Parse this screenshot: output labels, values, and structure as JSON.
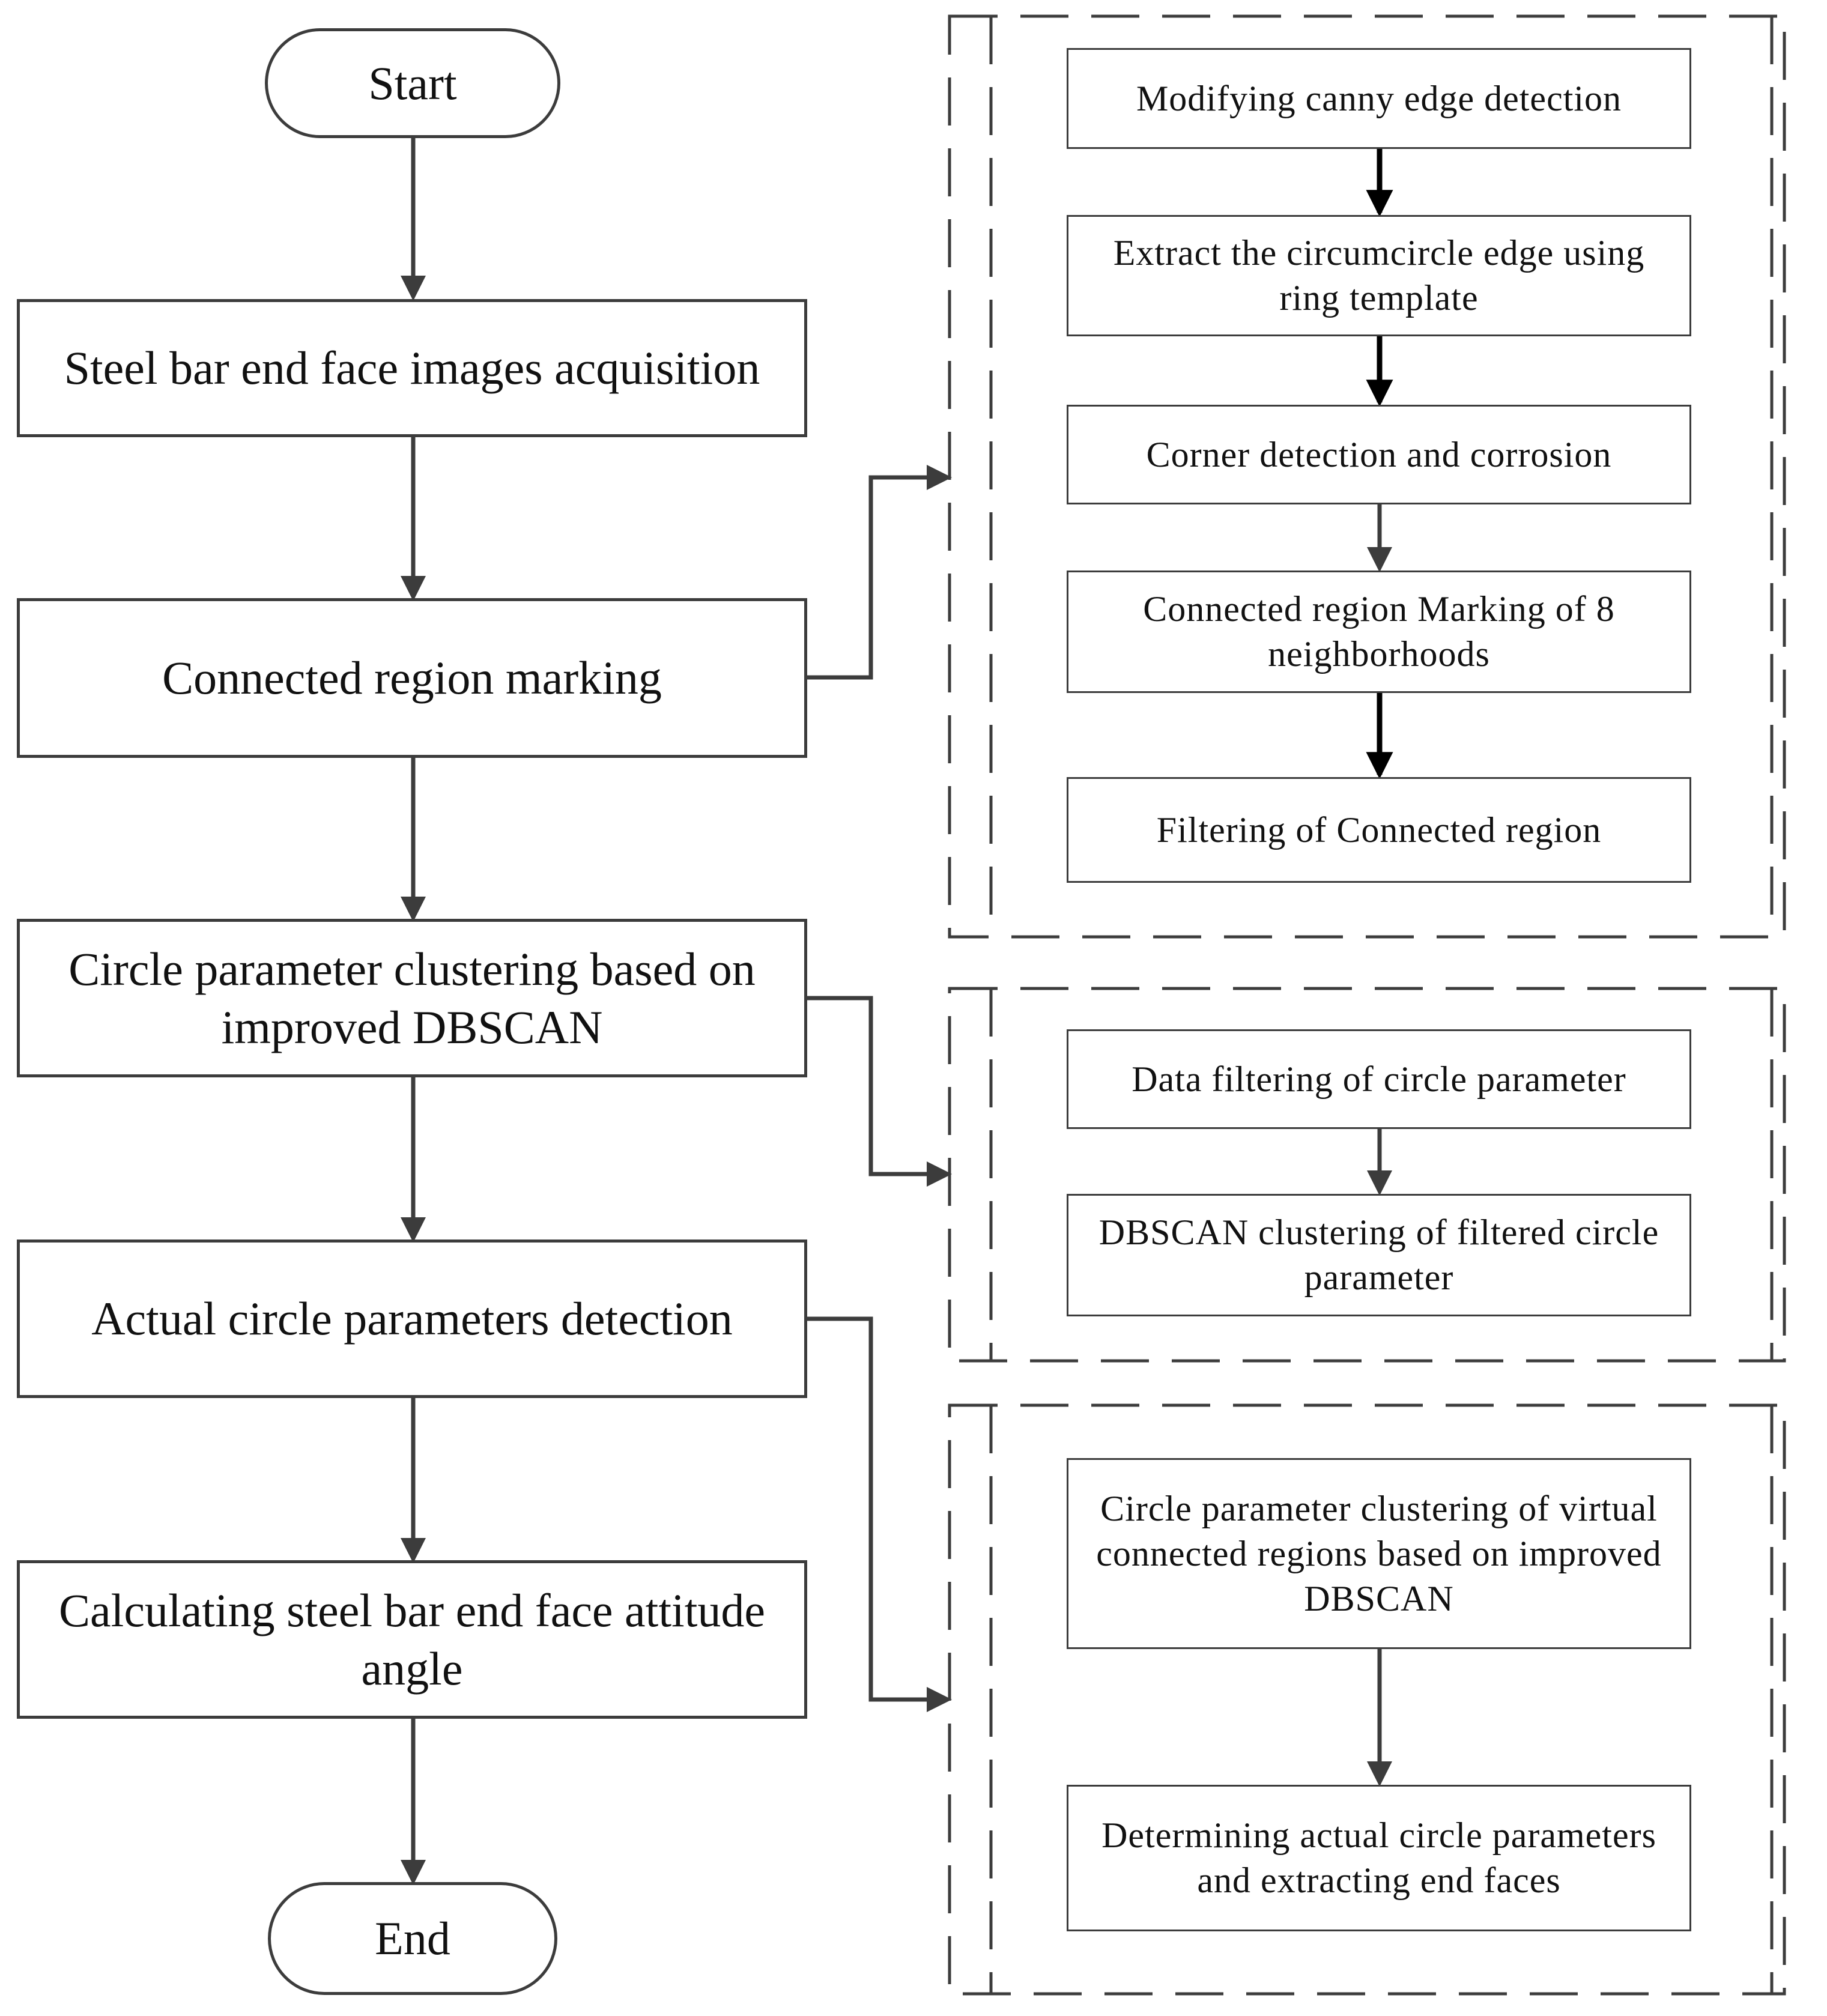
{
  "main_flow": {
    "start": "Start",
    "steps": [
      "Steel bar end face images acquisition",
      "Connected region marking",
      "Circle parameter clustering based on improved DBSCAN",
      "Actual circle parameters detection",
      "Calculating steel bar end face attitude angle"
    ],
    "end": "End"
  },
  "groups": [
    {
      "steps": [
        "Modifying canny edge detection",
        "Extract the circumcircle edge using ring template",
        "Corner detection and corrosion",
        "Connected region Marking of 8 neighborhoods",
        "Filtering of Connected region"
      ]
    },
    {
      "steps": [
        "Data filtering of circle parameter",
        "DBSCAN clustering of filtered circle parameter"
      ]
    },
    {
      "steps": [
        "Circle parameter clustering of virtual connected regions based on improved DBSCAN",
        "Determining actual circle parameters and extracting end faces"
      ]
    }
  ]
}
